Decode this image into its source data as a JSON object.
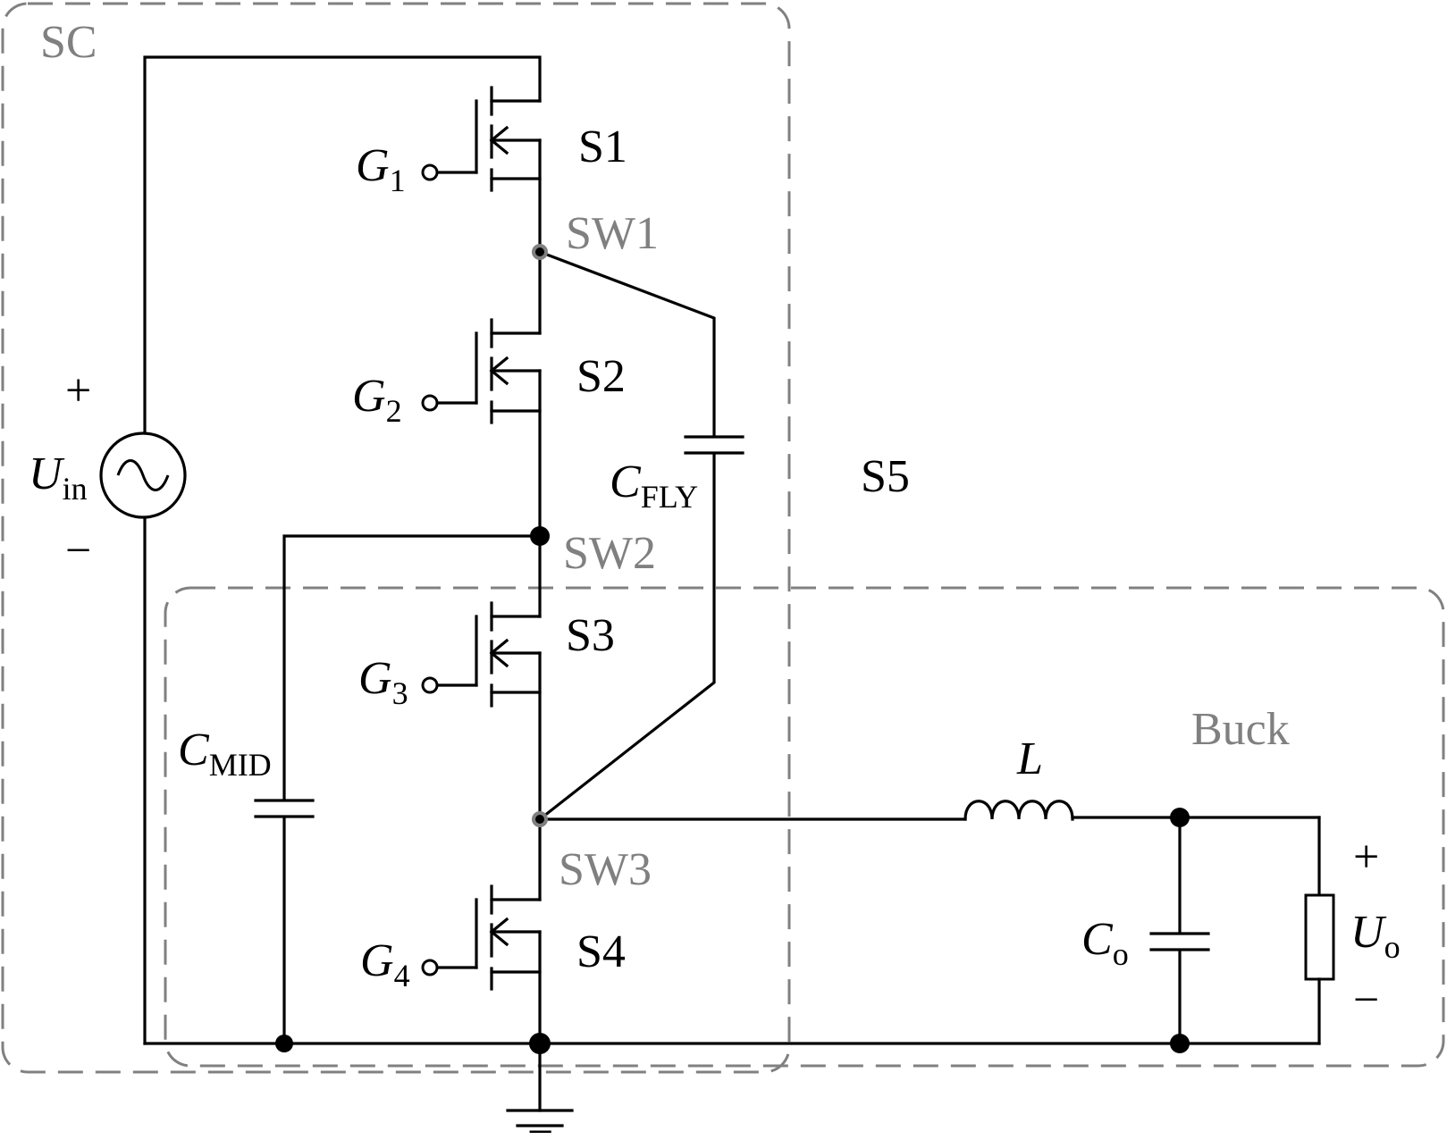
{
  "regions": {
    "sc": "SC",
    "buck": "Buck"
  },
  "switches": {
    "s1": "S1",
    "s2": "S2",
    "s3": "S3",
    "s4": "S4",
    "s5": "S5"
  },
  "gates": [
    {
      "main": "G",
      "sub": "1"
    },
    {
      "main": "G",
      "sub": "2"
    },
    {
      "main": "G",
      "sub": "3"
    },
    {
      "main": "G",
      "sub": "4"
    }
  ],
  "nodes": {
    "sw1": "SW1",
    "sw2": "SW2",
    "sw3": "SW3"
  },
  "capacitors": {
    "fly": {
      "main": "C",
      "sub": "FLY"
    },
    "mid": {
      "main": "C",
      "sub": "MID"
    },
    "out": {
      "main": "C",
      "sub": "o"
    }
  },
  "inductor": {
    "main": "L"
  },
  "source": {
    "main": "U",
    "sub": "in",
    "plus": "+",
    "minus": "−"
  },
  "output": {
    "main": "U",
    "sub": "o",
    "plus": "+",
    "minus": "−"
  },
  "ground_minus": "−"
}
